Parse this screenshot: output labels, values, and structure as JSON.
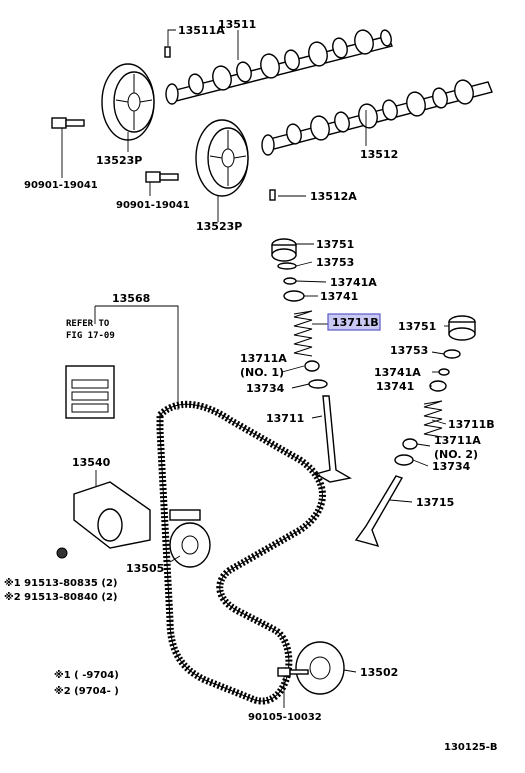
{
  "diagram_id": "130125-B",
  "colors": {
    "highlight_fill": "#c9c9f3",
    "highlight_stroke": "#5b5bc7"
  },
  "labels": {
    "p13511A": "13511A",
    "p13511": "13511",
    "p13523P_a": "13523P",
    "p90901_a": "90901-19041",
    "p90901_b": "90901-19041",
    "p13523P_b": "13523P",
    "p13512": "13512",
    "p13512A": "13512A",
    "p13751_a": "13751",
    "p13753_a": "13753",
    "p13741A_a": "13741A",
    "p13741_a": "13741",
    "p13568": "13568",
    "p13711B_a": "13711B",
    "p13711A_a": "13711A",
    "p13711A_a_no": "(NO. 1)",
    "p13734_a": "13734",
    "p13711": "13711",
    "p13751_b": "13751",
    "p13753_b": "13753",
    "p13741A_b": "13741A",
    "p13741_b": "13741",
    "p13711B_b": "13711B",
    "p13711A_b": "13711A",
    "p13711A_b_no": "(NO. 2)",
    "p13734_b": "13734",
    "p13715": "13715",
    "p13540": "13540",
    "p13505": "13505",
    "p13502": "13502",
    "p90105": "90105-10032",
    "bolt1": "※1  91513-80835 (2)",
    "bolt2": "※2  91513-80840 (2)",
    "note1": "※1  (       -9704)",
    "note2": "※2  (9704-       )",
    "refer_line1": "REFER TO",
    "refer_line2": "FIG 17-09"
  }
}
